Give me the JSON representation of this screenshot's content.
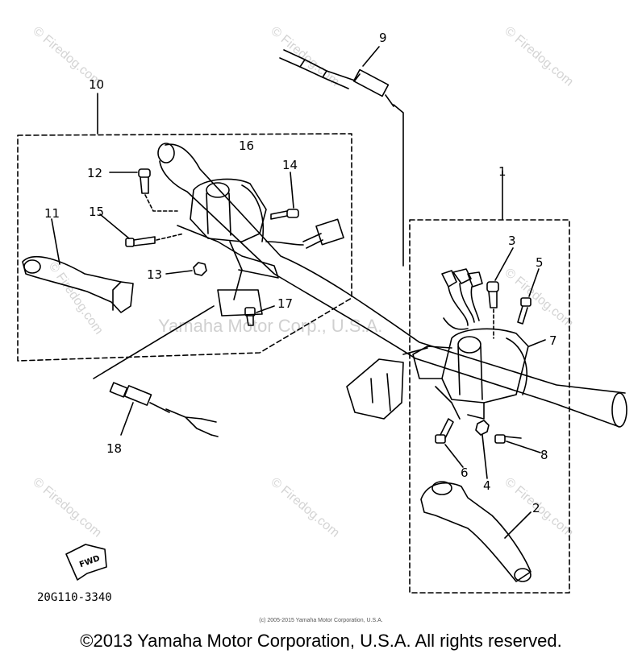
{
  "callouts": [
    "1",
    "2",
    "3",
    "4",
    "5",
    "6",
    "7",
    "8",
    "9",
    "10",
    "11",
    "12",
    "13",
    "14",
    "15",
    "16",
    "17",
    "18"
  ],
  "part_code": "20G110-3340",
  "fwd_label": "FWD",
  "watermarks": {
    "site": "© Firedog.com",
    "center": "Yamaha Motor Corp., U.S.A."
  },
  "small_copyright": "(c) 2005-2015 Yamaha Motor Corporation, U.S.A.",
  "footer": "©2013 Yamaha Motor Corporation, U.S.A. All rights reserved.",
  "colors": {
    "line": "#000000",
    "watermark": "#d0d0d0",
    "background": "#ffffff"
  }
}
